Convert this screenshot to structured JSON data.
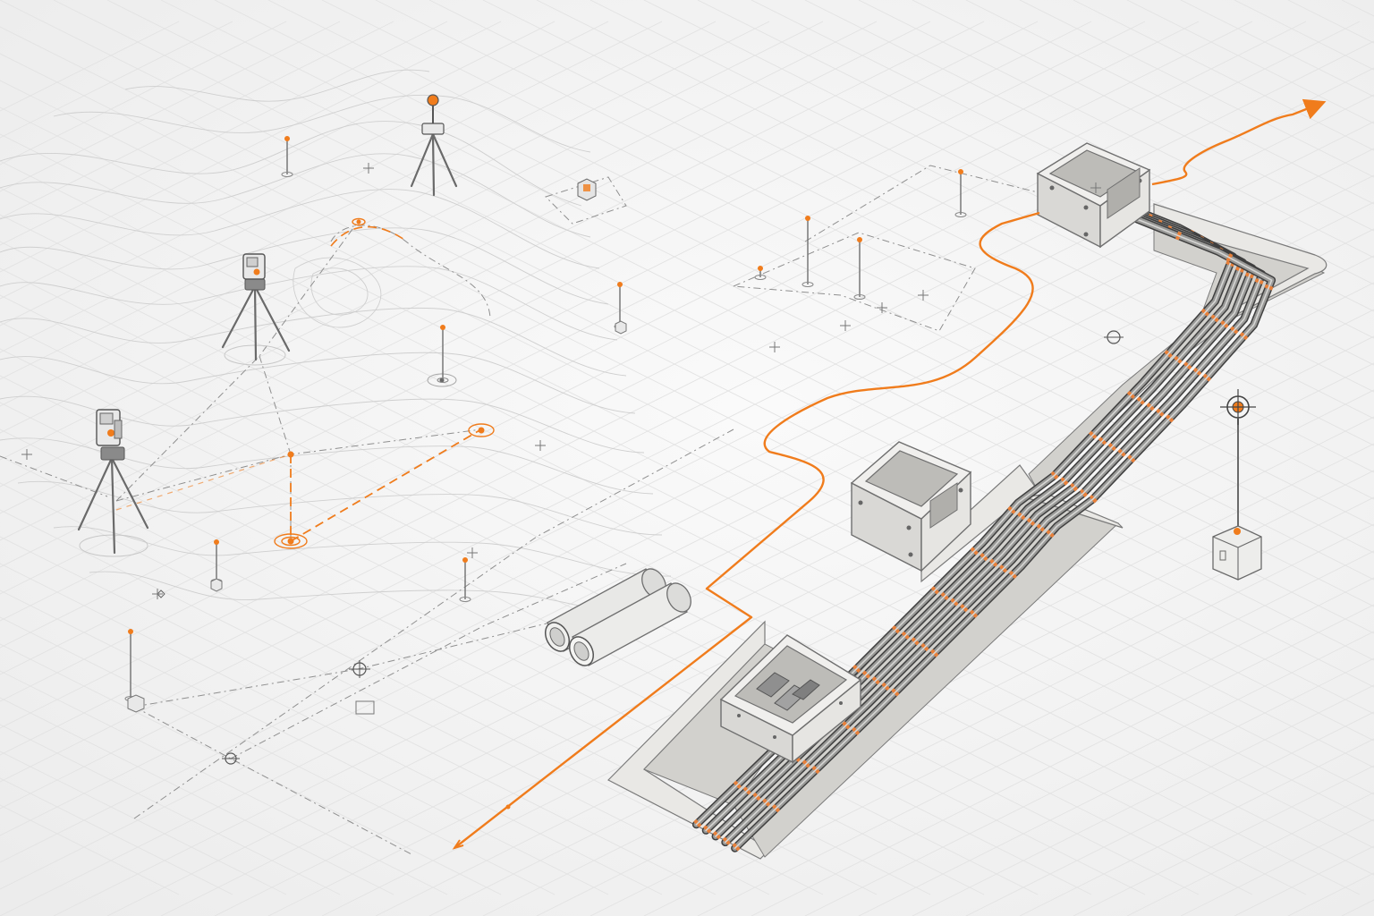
{
  "colors": {
    "accent_orange": "#f07c1c",
    "background": "#f4f4f4",
    "contour": "#cfcfcf",
    "grid": "#e2e2e2",
    "concrete": "#e6e5e2",
    "pipe": "#9a9a98"
  },
  "icons": {
    "survey_instrument": "total-station-icon",
    "survey_marker": "survey-stake-icon",
    "target": "crosshair-target-icon",
    "route_arrow": "arrow-head-icon"
  },
  "scene": {
    "total_stations": 3,
    "survey_stakes": 10,
    "concrete_chambers": 3,
    "conduit_pipes_in_bundle": 5,
    "spare_pipe_sections": 2
  }
}
